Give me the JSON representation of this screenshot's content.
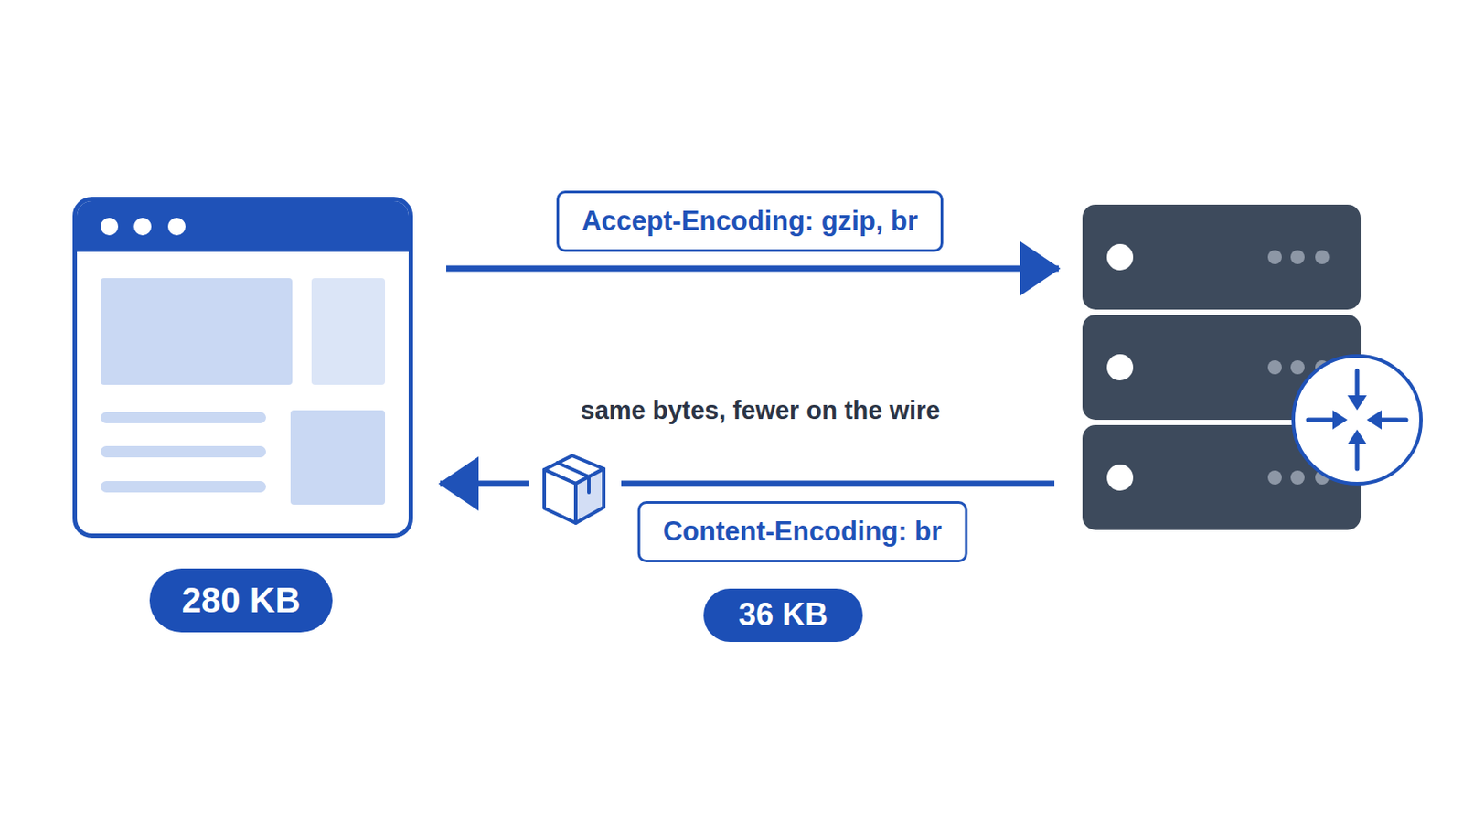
{
  "diagram": {
    "nodes": [
      {
        "text": [
          "280 KB"
        ]
      },
      {
        "text": []
      }
    ],
    "edges": [
      {
        "from": 0,
        "to": 1,
        "arrow": "to",
        "label": "Accept-Encoding: gzip, br"
      },
      {
        "from": 1,
        "to": 0,
        "arrow": "to",
        "label": "Content-Encoding: br"
      }
    ],
    "labels": [
      "same bytes, fewer on the wire",
      "36 KB"
    ]
  }
}
